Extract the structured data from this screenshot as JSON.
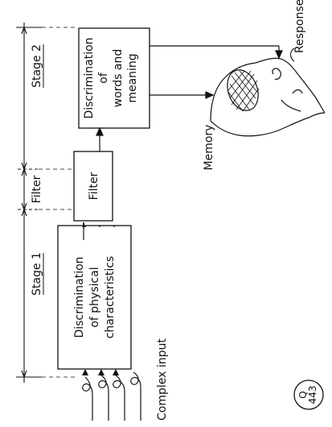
{
  "stages": {
    "stage1": "Stage 1",
    "filter": "Filter",
    "stage2": "Stage 2"
  },
  "boxes": {
    "physical_line1": "Discrimination",
    "physical_line2": "of physical",
    "physical_line3": "characteristics",
    "filter": "Filter",
    "words_line1": "Discrimination",
    "words_line2": "of",
    "words_line3": "words and",
    "words_line4": "meaning"
  },
  "labels": {
    "complex_input": "Complex input",
    "memory": "Memory",
    "response": "Response"
  },
  "badge": {
    "letter": "Q",
    "number": "443"
  }
}
